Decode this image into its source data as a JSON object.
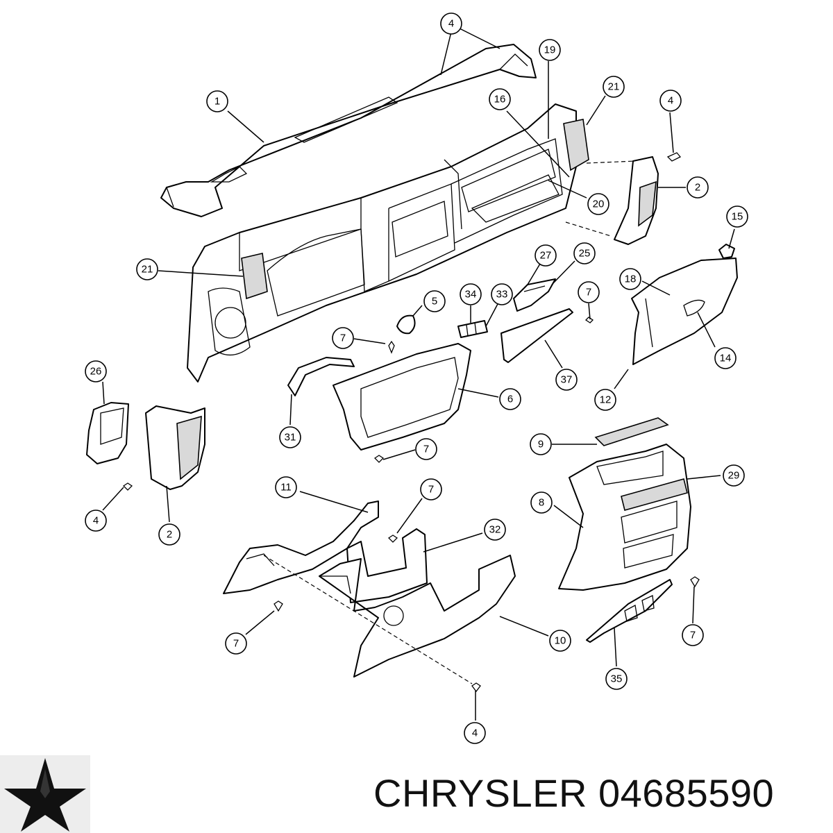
{
  "brand": {
    "name": "CHRYSLER",
    "part_number": "04685590",
    "logo_icon": "chrysler-pentastar-icon"
  },
  "callouts": [
    {
      "id": "c-4-top",
      "label": "4"
    },
    {
      "id": "c-19",
      "label": "19"
    },
    {
      "id": "c-21-right",
      "label": "21"
    },
    {
      "id": "c-4-right",
      "label": "4"
    },
    {
      "id": "c-1",
      "label": "1"
    },
    {
      "id": "c-16",
      "label": "16"
    },
    {
      "id": "c-2-right",
      "label": "2"
    },
    {
      "id": "c-20",
      "label": "20"
    },
    {
      "id": "c-15",
      "label": "15"
    },
    {
      "id": "c-21-left",
      "label": "21"
    },
    {
      "id": "c-27",
      "label": "27"
    },
    {
      "id": "c-25",
      "label": "25"
    },
    {
      "id": "c-18",
      "label": "18"
    },
    {
      "id": "c-34",
      "label": "34"
    },
    {
      "id": "c-33",
      "label": "33"
    },
    {
      "id": "c-5",
      "label": "5"
    },
    {
      "id": "c-7-a",
      "label": "7"
    },
    {
      "id": "c-7-b",
      "label": "7"
    },
    {
      "id": "c-14",
      "label": "14"
    },
    {
      "id": "c-26",
      "label": "26"
    },
    {
      "id": "c-37",
      "label": "37"
    },
    {
      "id": "c-12",
      "label": "12"
    },
    {
      "id": "c-6",
      "label": "6"
    },
    {
      "id": "c-31",
      "label": "31"
    },
    {
      "id": "c-7-c",
      "label": "7"
    },
    {
      "id": "c-9",
      "label": "9"
    },
    {
      "id": "c-29",
      "label": "29"
    },
    {
      "id": "c-11",
      "label": "11"
    },
    {
      "id": "c-7-d",
      "label": "7"
    },
    {
      "id": "c-8",
      "label": "8"
    },
    {
      "id": "c-4-left",
      "label": "4"
    },
    {
      "id": "c-2-left",
      "label": "2"
    },
    {
      "id": "c-32",
      "label": "32"
    },
    {
      "id": "c-7-e",
      "label": "7"
    },
    {
      "id": "c-10",
      "label": "10"
    },
    {
      "id": "c-7-f",
      "label": "7"
    },
    {
      "id": "c-35",
      "label": "35"
    },
    {
      "id": "c-4-bottom",
      "label": "4"
    }
  ]
}
